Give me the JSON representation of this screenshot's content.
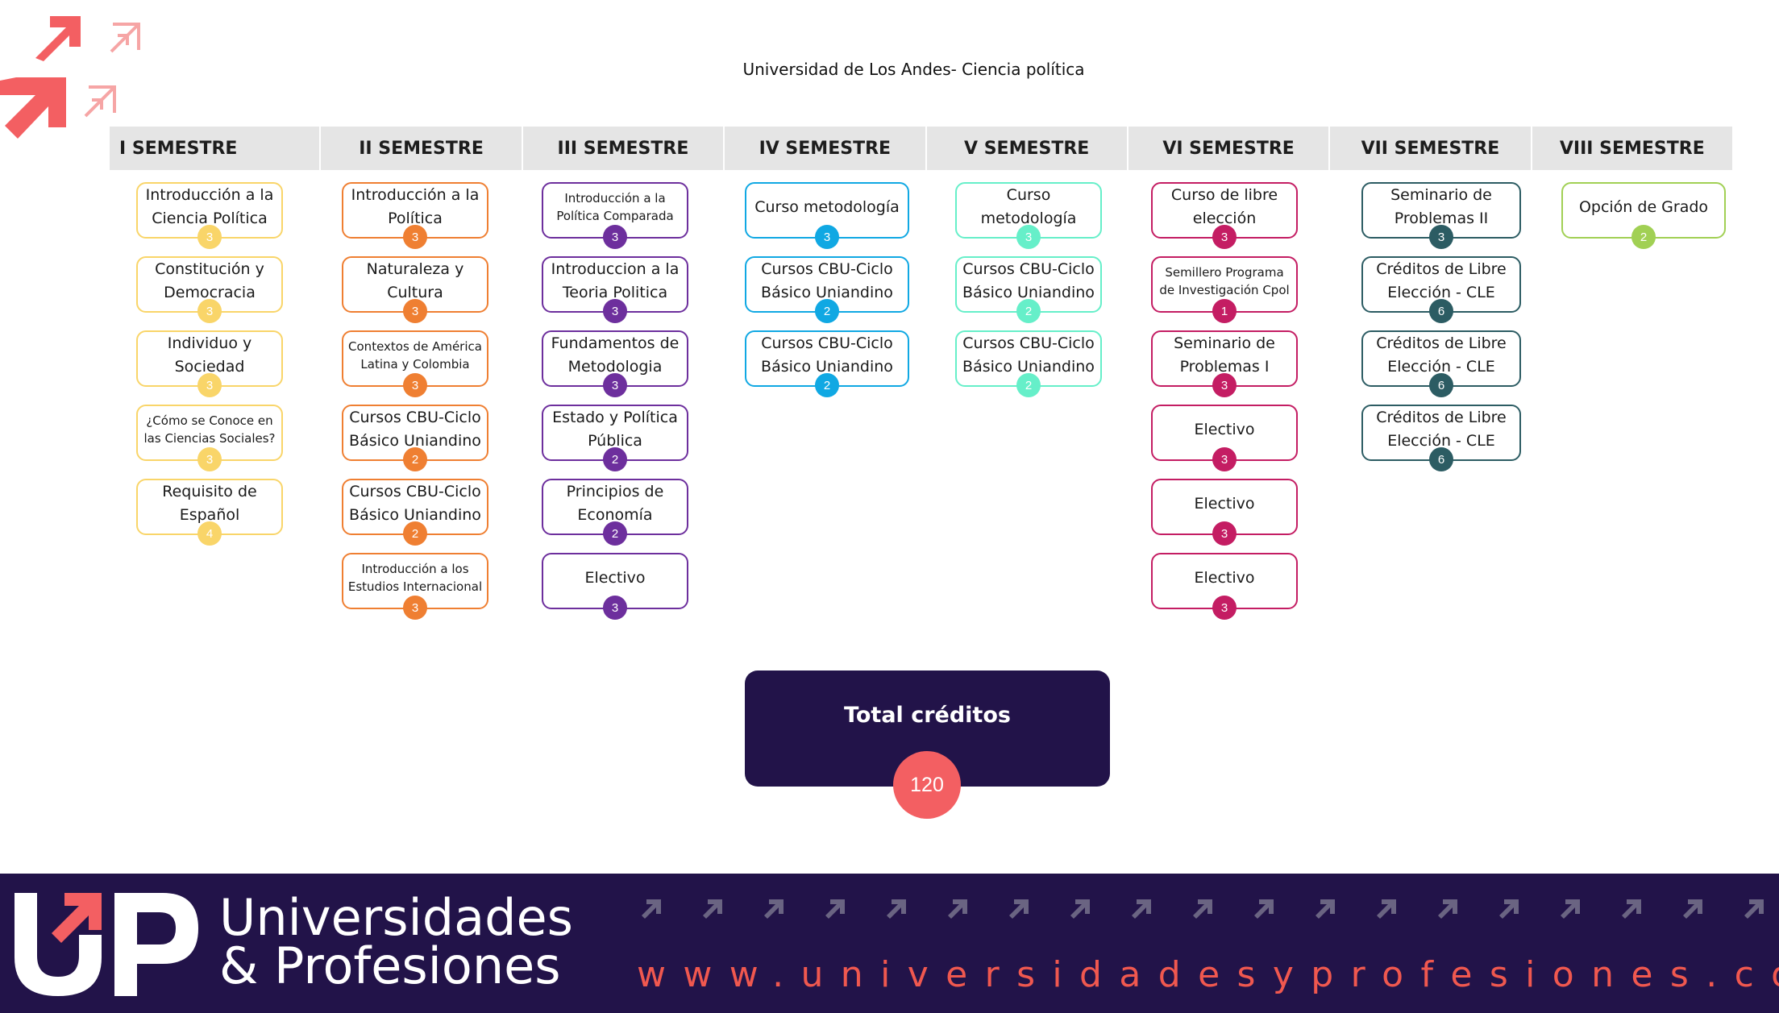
{
  "header": {
    "title": "Universidad de Los Andes- Ciencia política"
  },
  "colors": {
    "yellow": "#f9d569",
    "orange": "#ef7f32",
    "purple": "#6d2f9d",
    "cyan": "#10a8e3",
    "mint": "#66efc9",
    "magenta": "#c41d63",
    "teal": "#2c5c63",
    "green": "#a1d054",
    "navy": "#221349",
    "coral": "#f35f62"
  },
  "semesters": [
    {
      "label": "I SEMESTRE",
      "color": "#f9d569",
      "courses": [
        {
          "name": "Introducción a la Ciencia Política",
          "credits": "3"
        },
        {
          "name": "Constitución y Democracia",
          "credits": "3"
        },
        {
          "name": "Individuo y Sociedad",
          "credits": "3"
        },
        {
          "name": "¿Cómo se Conoce en las Ciencias Sociales?",
          "credits": "3"
        },
        {
          "name": "Requisito de Español",
          "credits": "4"
        }
      ]
    },
    {
      "label": "II SEMESTRE",
      "color": "#ef7f32",
      "courses": [
        {
          "name": "Introducción a la Política",
          "credits": "3"
        },
        {
          "name": "Naturaleza y Cultura",
          "credits": "3"
        },
        {
          "name": "Contextos de América Latina y Colombia",
          "credits": "3"
        },
        {
          "name": "Cursos CBU-Ciclo Básico Uniandino",
          "credits": "2"
        },
        {
          "name": "Cursos CBU-Ciclo Básico Uniandino",
          "credits": "2"
        },
        {
          "name": "Introducción a los Estudios Internacional",
          "credits": "3"
        }
      ]
    },
    {
      "label": "III SEMESTRE",
      "color": "#6d2f9d",
      "courses": [
        {
          "name": "Introducción a la Política Comparada",
          "credits": "3"
        },
        {
          "name": "Introduccion a la Teoria Politica",
          "credits": "3"
        },
        {
          "name": "Fundamentos de Metodologia",
          "credits": "3"
        },
        {
          "name": "Estado y Política Pública",
          "credits": "2"
        },
        {
          "name": "Principios de Economía",
          "credits": "2"
        },
        {
          "name": "Electivo",
          "credits": "3"
        }
      ]
    },
    {
      "label": "IV SEMESTRE",
      "color": "#10a8e3",
      "courses": [
        {
          "name": "Curso metodología",
          "credits": "3"
        },
        {
          "name": "Cursos CBU-Ciclo Básico Uniandino",
          "credits": "2"
        },
        {
          "name": "Cursos CBU-Ciclo Básico Uniandino",
          "credits": "2"
        }
      ]
    },
    {
      "label": "V SEMESTRE",
      "color": "#66efc9",
      "courses": [
        {
          "name": "Curso metodología",
          "credits": "3"
        },
        {
          "name": "Cursos CBU-Ciclo Básico Uniandino",
          "credits": "2"
        },
        {
          "name": "Cursos CBU-Ciclo Básico Uniandino",
          "credits": "2"
        }
      ]
    },
    {
      "label": "VI SEMESTRE",
      "color": "#c41d63",
      "courses": [
        {
          "name": "Curso de libre elección",
          "credits": "3"
        },
        {
          "name": "Semillero Programa de Investigación Cpol",
          "credits": "1"
        },
        {
          "name": "Seminario de Problemas I",
          "credits": "3"
        },
        {
          "name": "Electivo",
          "credits": "3"
        },
        {
          "name": "Electivo",
          "credits": "3"
        },
        {
          "name": "Electivo",
          "credits": "3"
        }
      ]
    },
    {
      "label": "VII SEMESTRE",
      "color": "#2c5c63",
      "courses": [
        {
          "name": "Seminario de Problemas II",
          "credits": "3"
        },
        {
          "name": "Créditos de Libre Elección - CLE",
          "credits": "6"
        },
        {
          "name": "Créditos de Libre Elección - CLE",
          "credits": "6"
        },
        {
          "name": "Créditos de Libre Elección - CLE",
          "credits": "6"
        }
      ]
    },
    {
      "label": "VIII SEMESTRE",
      "color": "#a1d054",
      "courses": [
        {
          "name": "Opción de Grado",
          "credits": "2"
        }
      ]
    }
  ],
  "total": {
    "label": "Total créditos",
    "value": "120"
  },
  "footer": {
    "brand_line1": "Universidades",
    "brand_line2": "& Profesiones",
    "url": "www.universidadesyprofesiones.com"
  }
}
